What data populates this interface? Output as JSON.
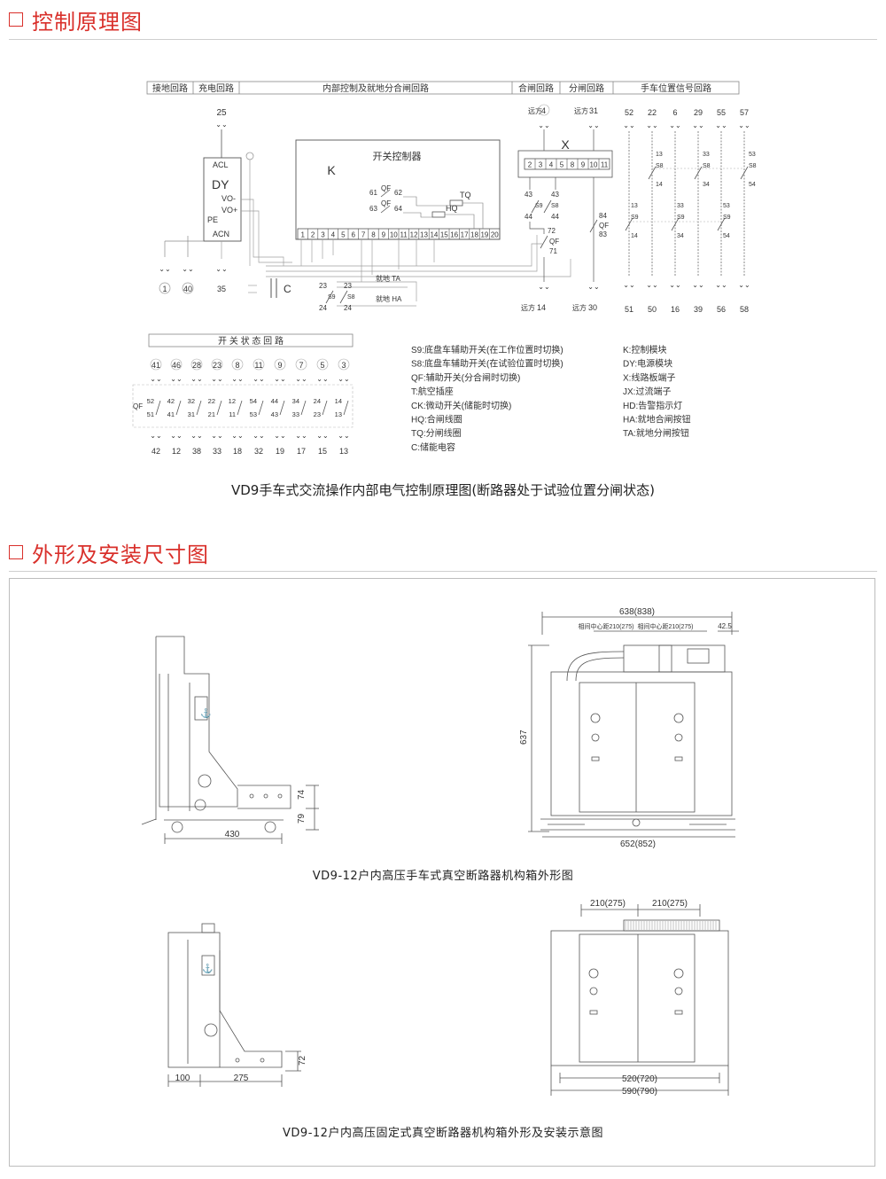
{
  "sections": [
    {
      "title": "控制原理图"
    },
    {
      "title": "外形及安装尺寸图"
    }
  ],
  "colors": {
    "accent": "#d9302b",
    "line": "#555555",
    "wire": "#9a9a9a"
  },
  "header_cells": [
    "接地回路",
    "充电回路",
    "内部控制及就地分合闸回路",
    "合闸回路",
    "分闸回路",
    "手车位置信号回路"
  ],
  "schematic": {
    "controller_title": "开关控制器",
    "controller_letter": "K",
    "controller_terminals": [
      "1",
      "2",
      "3",
      "4",
      "5",
      "6",
      "7",
      "8",
      "9",
      "10",
      "11",
      "12",
      "13",
      "14",
      "15",
      "16",
      "17",
      "18",
      "19",
      "20"
    ],
    "dy": {
      "title": "DY",
      "acl": "ACL",
      "vo_minus": "VO-",
      "vo_plus": "VO+",
      "pe": "PE",
      "acn": "ACN"
    },
    "qf_upper": {
      "n61": "61",
      "n62": "62",
      "n63": "63",
      "n64": "64",
      "label": "QF"
    },
    "tq": "TQ",
    "hq": "HQ",
    "x_block": {
      "label": "X",
      "terminals": [
        "2",
        "3",
        "4",
        "5",
        "8",
        "9",
        "10",
        "11"
      ]
    },
    "switch_s9s8": {
      "a43": "43",
      "b43": "43",
      "a44": "44",
      "b44": "44",
      "s9": "S9",
      "s8": "S8"
    },
    "switch_low": {
      "n23": "23",
      "m23": "23",
      "n24": "24",
      "m24": "24",
      "s9": "S9",
      "s8": "S8",
      "ta": "就地  TA",
      "ha": "就地  HA"
    },
    "qf_close": {
      "n72": "72",
      "n71": "71",
      "label": "QF"
    },
    "qf_open": {
      "n84": "84",
      "n83": "83",
      "label": "QF"
    },
    "c_label": "C",
    "top_terminals": [
      "25"
    ],
    "remote_top": [
      {
        "label": "远方",
        "num": "4"
      },
      {
        "label": "远方",
        "num": "31"
      }
    ],
    "remote_bottom": [
      {
        "label": "远方",
        "num": "14"
      },
      {
        "label": "远方",
        "num": "30"
      }
    ],
    "pos_top": [
      "52",
      "22",
      "6",
      "29",
      "55",
      "57"
    ],
    "pos_bottom": [
      "51",
      "50",
      "16",
      "39",
      "56",
      "58"
    ],
    "pos_contacts": {
      "r1_13": "13",
      "r1_s8": "S8",
      "r1_14": "14",
      "r1_33": "33",
      "r1_s8b": "S8",
      "r1_34": "34",
      "r1_53": "53",
      "r1_s8c": "S8",
      "r1_54": "54",
      "r2_13": "13",
      "r2_s9": "S9",
      "r2_14": "14",
      "r2_33": "33",
      "r2_s9b": "S9",
      "r2_34": "34",
      "r2_53": "53",
      "r2_s9c": "S9",
      "r2_54": "54"
    },
    "bottom_left": [
      "1",
      "40",
      "35"
    ]
  },
  "status_circuit": {
    "title": "开 关 状 态 回 路",
    "top": [
      "41",
      "46",
      "28",
      "23",
      "8",
      "11",
      "9",
      "7",
      "5",
      "3"
    ],
    "upper_contacts": [
      "52",
      "42",
      "32",
      "22",
      "12",
      "54",
      "44",
      "34",
      "24",
      "14"
    ],
    "lower_contacts": [
      "51",
      "41",
      "31",
      "21",
      "11",
      "53",
      "43",
      "33",
      "23",
      "13"
    ],
    "bottom": [
      "42",
      "12",
      "38",
      "33",
      "18",
      "32",
      "19",
      "17",
      "15",
      "13"
    ],
    "qf_label": "QF"
  },
  "legend_left": [
    "S9:底盘车辅助开关(在工作位置时切换)",
    "S8:底盘车辅助开关(在试验位置时切换)",
    "QF:辅助开关(分合闸时切换)",
    "T:航空插座",
    "CK:微动开关(储能时切换)",
    "HQ:合闸线圈",
    "TQ:分闸线圈",
    "C:储能电容"
  ],
  "legend_right": [
    "K:控制模块",
    "DY:电源模块",
    "X:线路板端子",
    "JX:过流端子",
    "HD:告警指示灯",
    "HA:就地合闸按钮",
    "TA:就地分闸按钮"
  ],
  "caption_1": "VD9手车式交流操作内部电气控制原理图(断路器处于试验位置分闸状态)",
  "dimensions_1": {
    "d74": "74",
    "d79": "79",
    "d430": "430",
    "d637": "637",
    "d638": "638(838)",
    "d210a": "相间中心距210(275)",
    "d210b": "相间中心距210(275)",
    "d425": "42.5",
    "d652": "652(852)"
  },
  "caption_2": "VD9-12户内高压手车式真空断路器机构箱外形图",
  "dimensions_2": {
    "d72": "72",
    "d100": "100",
    "d275": "275",
    "d210a": "210(275)",
    "d210b": "210(275)",
    "d520": "520(720)",
    "d590": "590(790)"
  },
  "caption_3": "VD9-12户内高压固定式真空断路器机构箱外形及安装示意图"
}
